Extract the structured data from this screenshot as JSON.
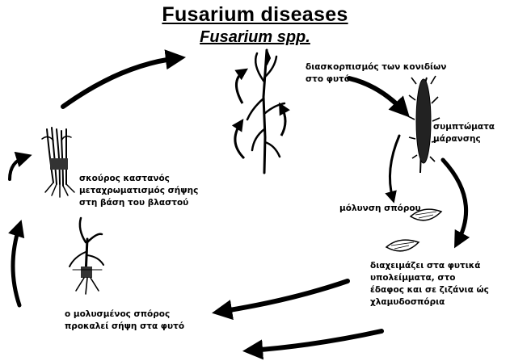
{
  "title": "Fusarium diseases",
  "subtitle": "Fusarium spp.",
  "cycle_labels": {
    "conidia_dispersal": "διασκορπισμός των κονιδίων\nστο φυτό",
    "wilt_symptoms": "συμπτώματα\nμάρανσης",
    "seed_infection": "μόλυνση σπόρου",
    "overwinters": "διαχειμάζει στα φυτικά\nυπολείμματα, στο\nέδαφος και σε ζιζάνια ώς\nχλαμυδοσπόρια",
    "infected_seed": "ο μολυσμένος σπόρος\nπροκαλεί σήψη στα φυτό",
    "stem_base_rot": "σκούρος καστανός\nμεταχρωματισμός σήψης\nστη βάση του βλαστού"
  }
}
